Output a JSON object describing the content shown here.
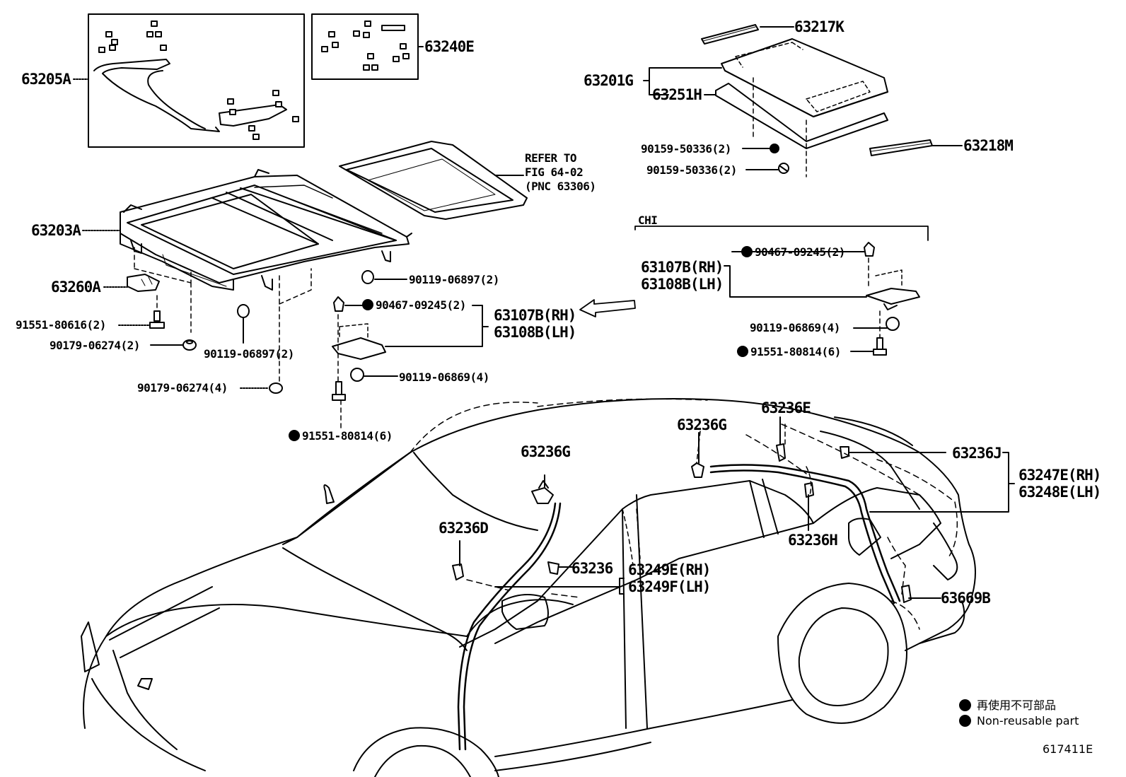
{
  "diagram": {
    "figure_number": "617411E",
    "parts": {
      "p63205A": "63205A",
      "p63240E": "63240E",
      "p63217K": "63217K",
      "p63201G": "63201G",
      "p63251H": "63251H",
      "p90159a": "90159-50336(2)",
      "p90159b": "90159-50336(2)",
      "p63218M": "63218M",
      "p63203A": "63203A",
      "p63260A": "63260A",
      "p91551a": "91551-80616(2)",
      "p90179a": "90179-06274(2)",
      "p90119a": "90119-06897(2)",
      "p90119b": "90119-06897(2)",
      "p90179b": "90179-06274(4)",
      "p90467a": "90467-09245(2)",
      "p63107a": "63107B(RH)",
      "p63108a": "63108B(LH)",
      "p90119c": "90119-06869(4)",
      "p91551b": "91551-80814(6)",
      "p90467b": "90467-09245(2)",
      "p63107b": "63107B(RH)",
      "p63108b": "63108B(LH)",
      "p90119d": "90119-06869(4)",
      "p91551c": "91551-80814(6)",
      "p63236E": "63236E",
      "p63236Ga": "63236G",
      "p63236Gb": "63236G",
      "p63236J": "63236J",
      "p63247E": "63247E(RH)",
      "p63248E": "63248E(LH)",
      "p63236D": "63236D",
      "p63236H": "63236H",
      "p63236": "63236",
      "p63249E": "63249E(RH)",
      "p63249F": "63249F(LH)",
      "p63669B": "63669B"
    },
    "refer_note": [
      "REFER TO",
      "FIG 64-02",
      "(PNC 63306)"
    ],
    "region_label": "CHI",
    "legend": {
      "jp": "再使用不可部品",
      "en": "Non-reusable part"
    }
  }
}
